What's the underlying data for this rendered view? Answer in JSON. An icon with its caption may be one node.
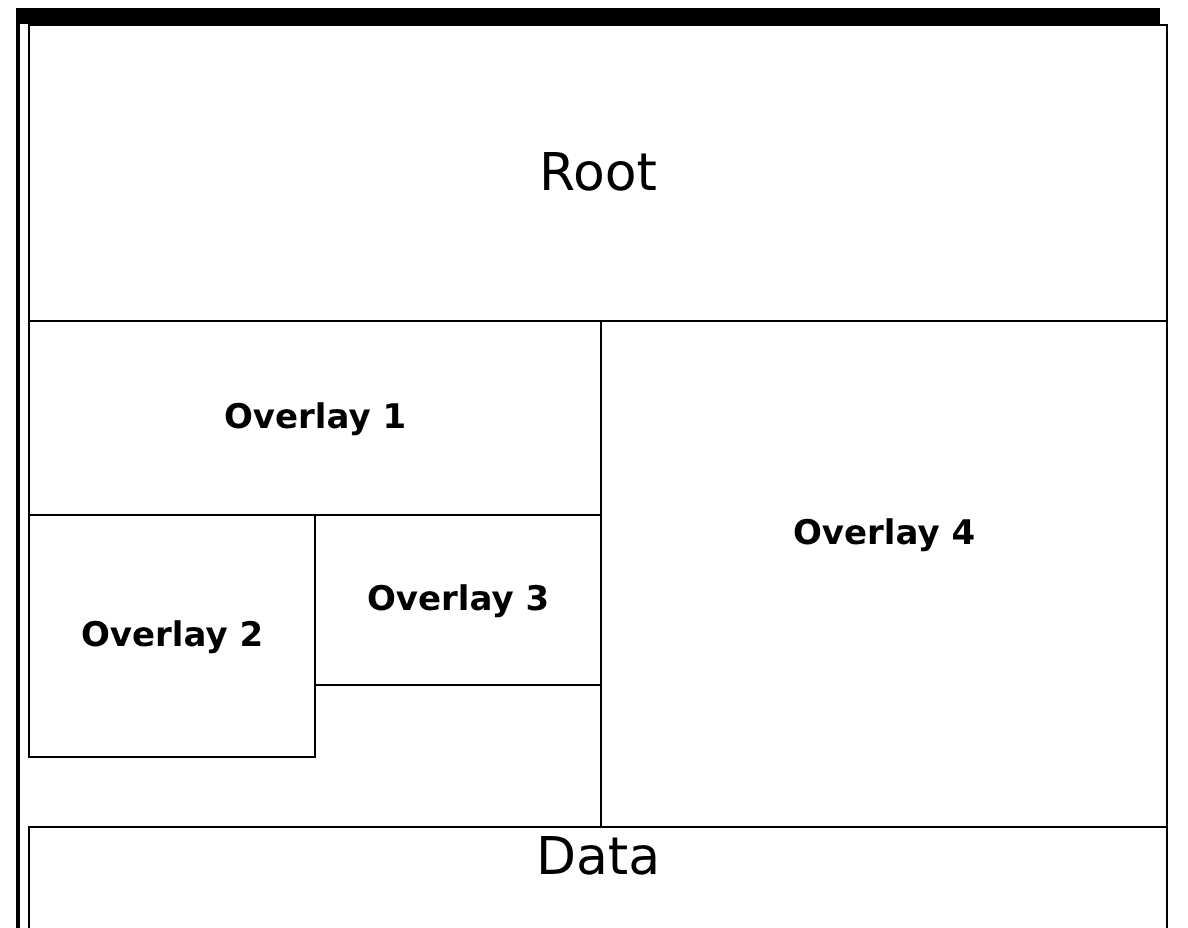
{
  "diagram": {
    "nodes": [
      {
        "text": [
          "Root"
        ]
      },
      {
        "text": [
          "Overlay 1"
        ]
      },
      {
        "text": [
          "Overlay 2"
        ]
      },
      {
        "text": [
          "Overlay 3"
        ]
      },
      {
        "text": [
          "Overlay 4"
        ]
      },
      {
        "text": [
          "Data"
        ]
      }
    ]
  }
}
